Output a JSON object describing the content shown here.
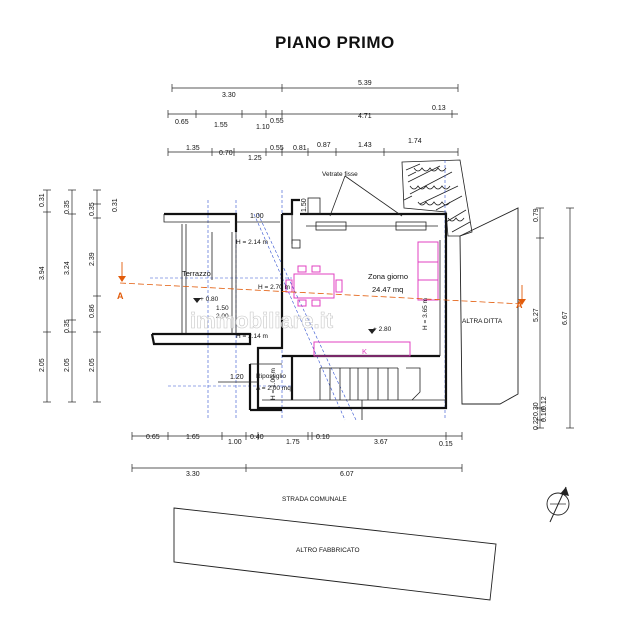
{
  "title": "PIANO PRIMO",
  "rooms": {
    "terrazzo": "Terrazzo",
    "zona_giorno": "Zona giorno",
    "zona_giorno_area": "24.47 mq",
    "ripostiglio": "Ripostiglio",
    "ripostiglio_area": "A = 2.00 mq",
    "vetrate": "Vetrate fisse",
    "altra_ditta": "ALTRA DITTA",
    "strada": "STRADA COMUNALE",
    "altro_fabbricato": "ALTRO FABBRICATO",
    "kitchen_mark": "K"
  },
  "heights": {
    "h_214_top": "H = 2.14 m",
    "h_270": "H = 2.70 m",
    "h_214_bottom": "H = 2.14 m",
    "h_365": "H = 3.65 m",
    "h_100": "H = 1.00 m",
    "level_080": "+ 0.80",
    "level_280": "+ 2.80",
    "window_150": "1.50",
    "window_200": "2.00"
  },
  "section_marker": "A",
  "watermark": "immobiliare.it",
  "top_dims": {
    "row1": [
      "3.30",
      "5.39"
    ],
    "row2": [
      "0.65",
      "1.55",
      "1.10",
      "0.55",
      "4.71",
      "0.13"
    ],
    "row3": [
      "1.35",
      "0.70",
      "1.25",
      "0.55",
      "0.81",
      "0.87",
      "1.43",
      "1.74"
    ],
    "misc": [
      "1.00",
      "1.50",
      "1.20"
    ]
  },
  "bottom_dims": {
    "row1": [
      "0.65",
      "1.65",
      "1.00",
      "0.40",
      "1.75",
      "0.10",
      "3.67",
      "0.15"
    ],
    "row2": [
      "3.30",
      "6.07"
    ]
  },
  "left_dims": {
    "col1": [
      "0.31",
      "3.94",
      "2.05"
    ],
    "col2": [
      "0.35",
      "3.24",
      "0.35",
      "2.05"
    ],
    "col3": [
      "0.31",
      "0.35",
      "2.39",
      "0.86",
      "2.05"
    ]
  },
  "right_dims": {
    "col1": [
      "0.79",
      "5.27",
      "0.30",
      "0.22"
    ],
    "col1b": [
      "0.12",
      "0.16"
    ],
    "col2": [
      "6.67"
    ]
  },
  "icons": {
    "north": "north-arrow-icon"
  }
}
